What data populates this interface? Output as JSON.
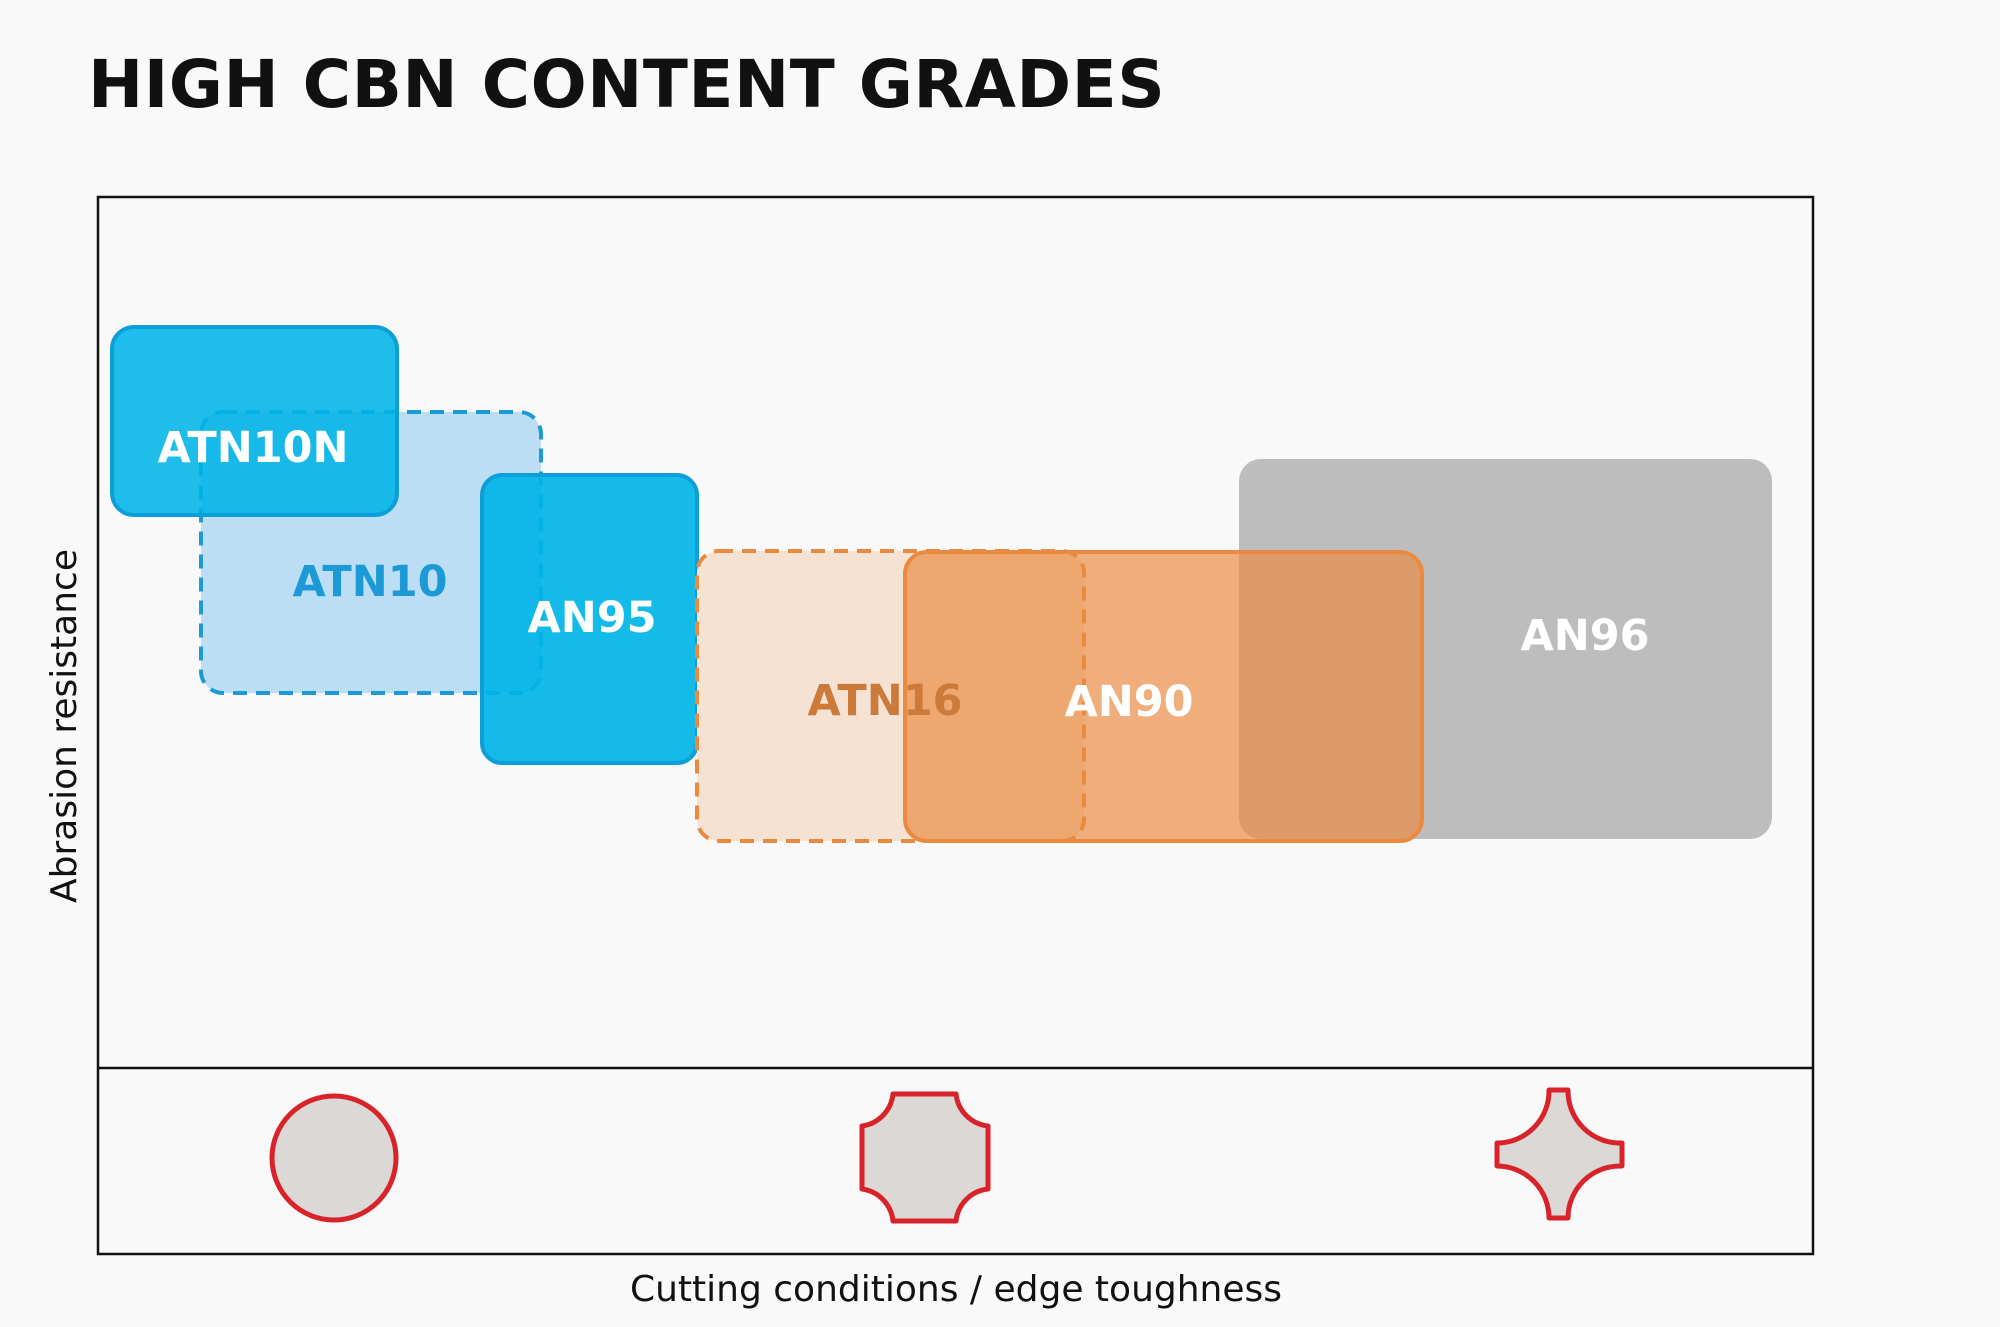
{
  "title": "HIGH CBN CONTENT GRADES",
  "axes": {
    "x_label": "Cutting conditions / edge toughness",
    "y_label": "Abrasion resistance"
  },
  "grades": [
    {
      "name": "ATN10",
      "style": "dashed",
      "fill": "#b8dcf3",
      "stroke": "#1b9ad6",
      "label_color": "#1b9ad6"
    },
    {
      "name": "ATN10N",
      "style": "solid",
      "fill": "#00b4e6",
      "stroke": "#0a9fd8",
      "label_color": "#ffffff"
    },
    {
      "name": "AN95",
      "style": "solid",
      "fill": "#00b4e6",
      "stroke": "#0a9fd8",
      "label_color": "#ffffff"
    },
    {
      "name": "AN96",
      "style": "solid",
      "fill": "#bdbdbd",
      "stroke": "#bdbdbd",
      "label_color": "#ffffff"
    },
    {
      "name": "AN90",
      "style": "solid",
      "fill": "#ea8a40",
      "stroke": "#ea8a40",
      "label_color": "#ffffff"
    },
    {
      "name": "ATN16",
      "style": "dashed",
      "fill": "#f5e2d3",
      "stroke": "#ea8a40",
      "label_color": "#cc7a3a"
    }
  ],
  "interruption_icons": [
    {
      "icon": "round-workpiece-icon",
      "meaning": "continuous"
    },
    {
      "icon": "light-interrupted-workpiece-icon",
      "meaning": "light interruption"
    },
    {
      "icon": "heavy-interrupted-workpiece-icon",
      "meaning": "heavy interruption"
    }
  ],
  "colors": {
    "frame": "#111111",
    "icon_fill": "#dbd8d5",
    "icon_stroke": "#d9232a"
  }
}
